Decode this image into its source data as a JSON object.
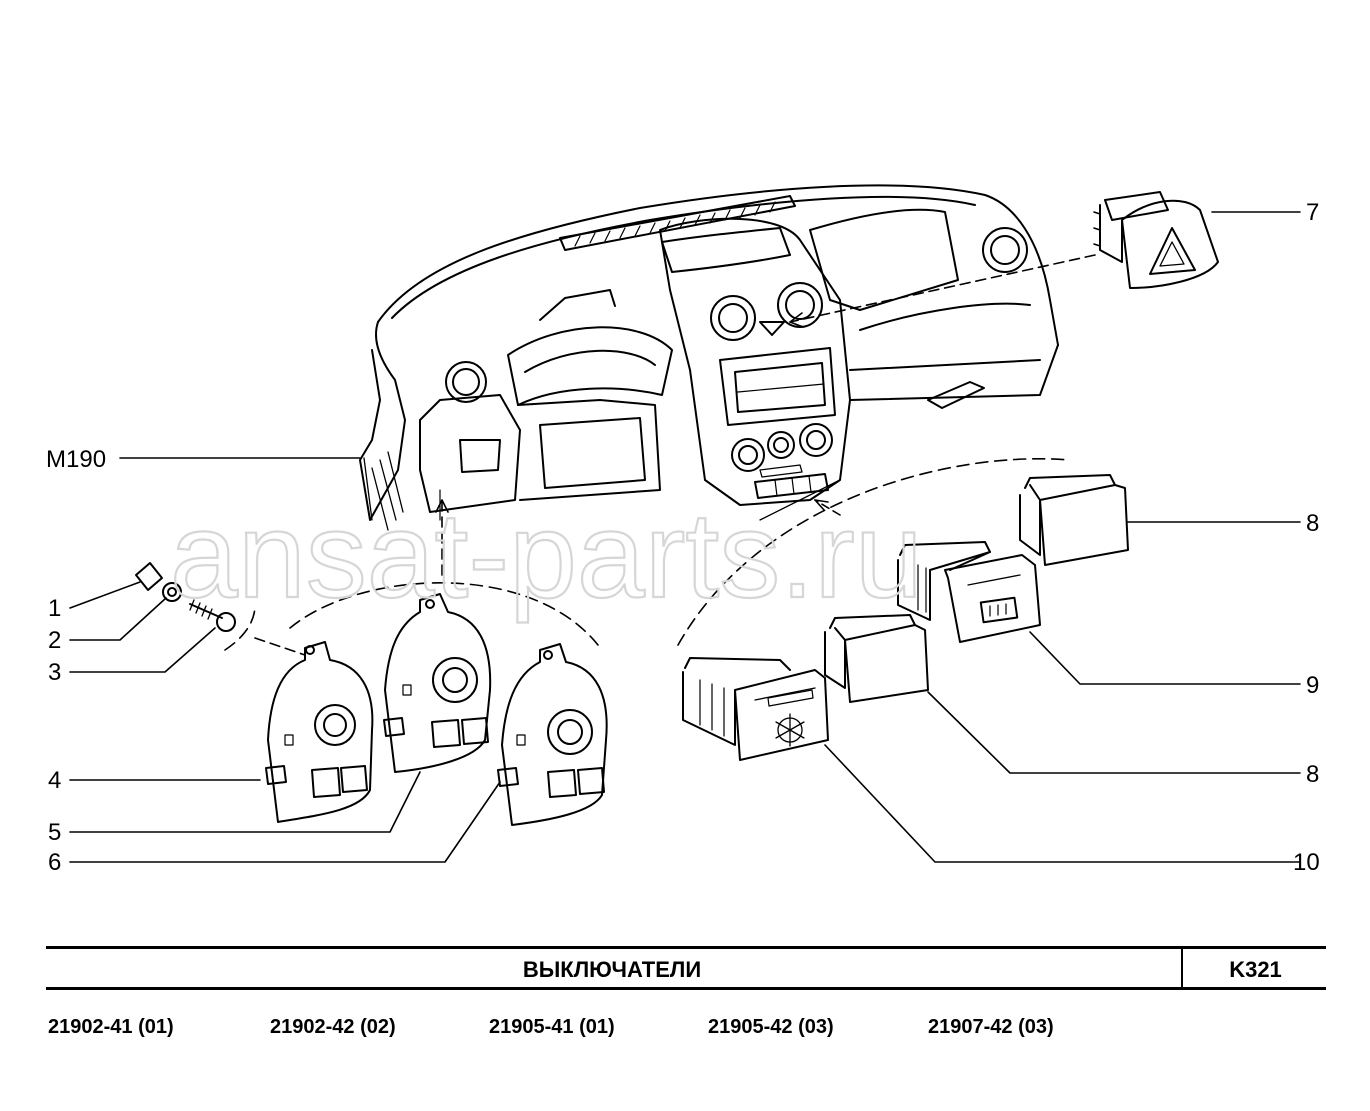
{
  "watermark": "ansat-parts.ru",
  "callouts": [
    {
      "id": "M190",
      "text": "M190"
    },
    {
      "id": "1",
      "text": "1"
    },
    {
      "id": "2",
      "text": "2"
    },
    {
      "id": "3",
      "text": "3"
    },
    {
      "id": "4",
      "text": "4"
    },
    {
      "id": "5",
      "text": "5"
    },
    {
      "id": "6",
      "text": "6"
    },
    {
      "id": "7",
      "text": "7"
    },
    {
      "id": "8a",
      "text": "8"
    },
    {
      "id": "9",
      "text": "9"
    },
    {
      "id": "8b",
      "text": "8"
    },
    {
      "id": "10",
      "text": "10"
    }
  ],
  "title_block": {
    "title": "ВЫКЛЮЧАТЕЛИ",
    "code": "K321"
  },
  "models": [
    "21902-41 (01)",
    "21902-42 (02)",
    "21905-41 (01)",
    "21905-42 (03)",
    "21907-42 (03)"
  ],
  "colors": {
    "line": "#000000",
    "watermark": "#d6d6d6",
    "background": "#ffffff"
  }
}
